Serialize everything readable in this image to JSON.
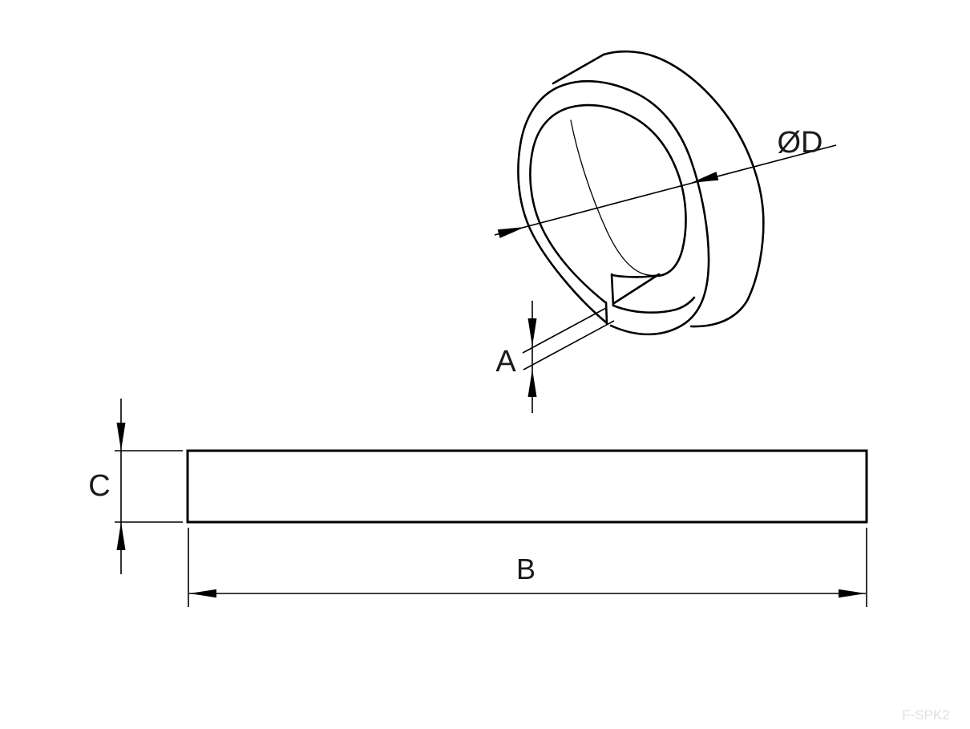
{
  "drawing": {
    "title_hidden": "",
    "labels": {
      "diameter": "ØD",
      "gap": "A",
      "width": "B",
      "thickness": "C"
    },
    "watermark": "F-SPK2",
    "colors": {
      "line": "#000000",
      "background": "#ffffff",
      "watermark": "#e0e0e0"
    }
  }
}
